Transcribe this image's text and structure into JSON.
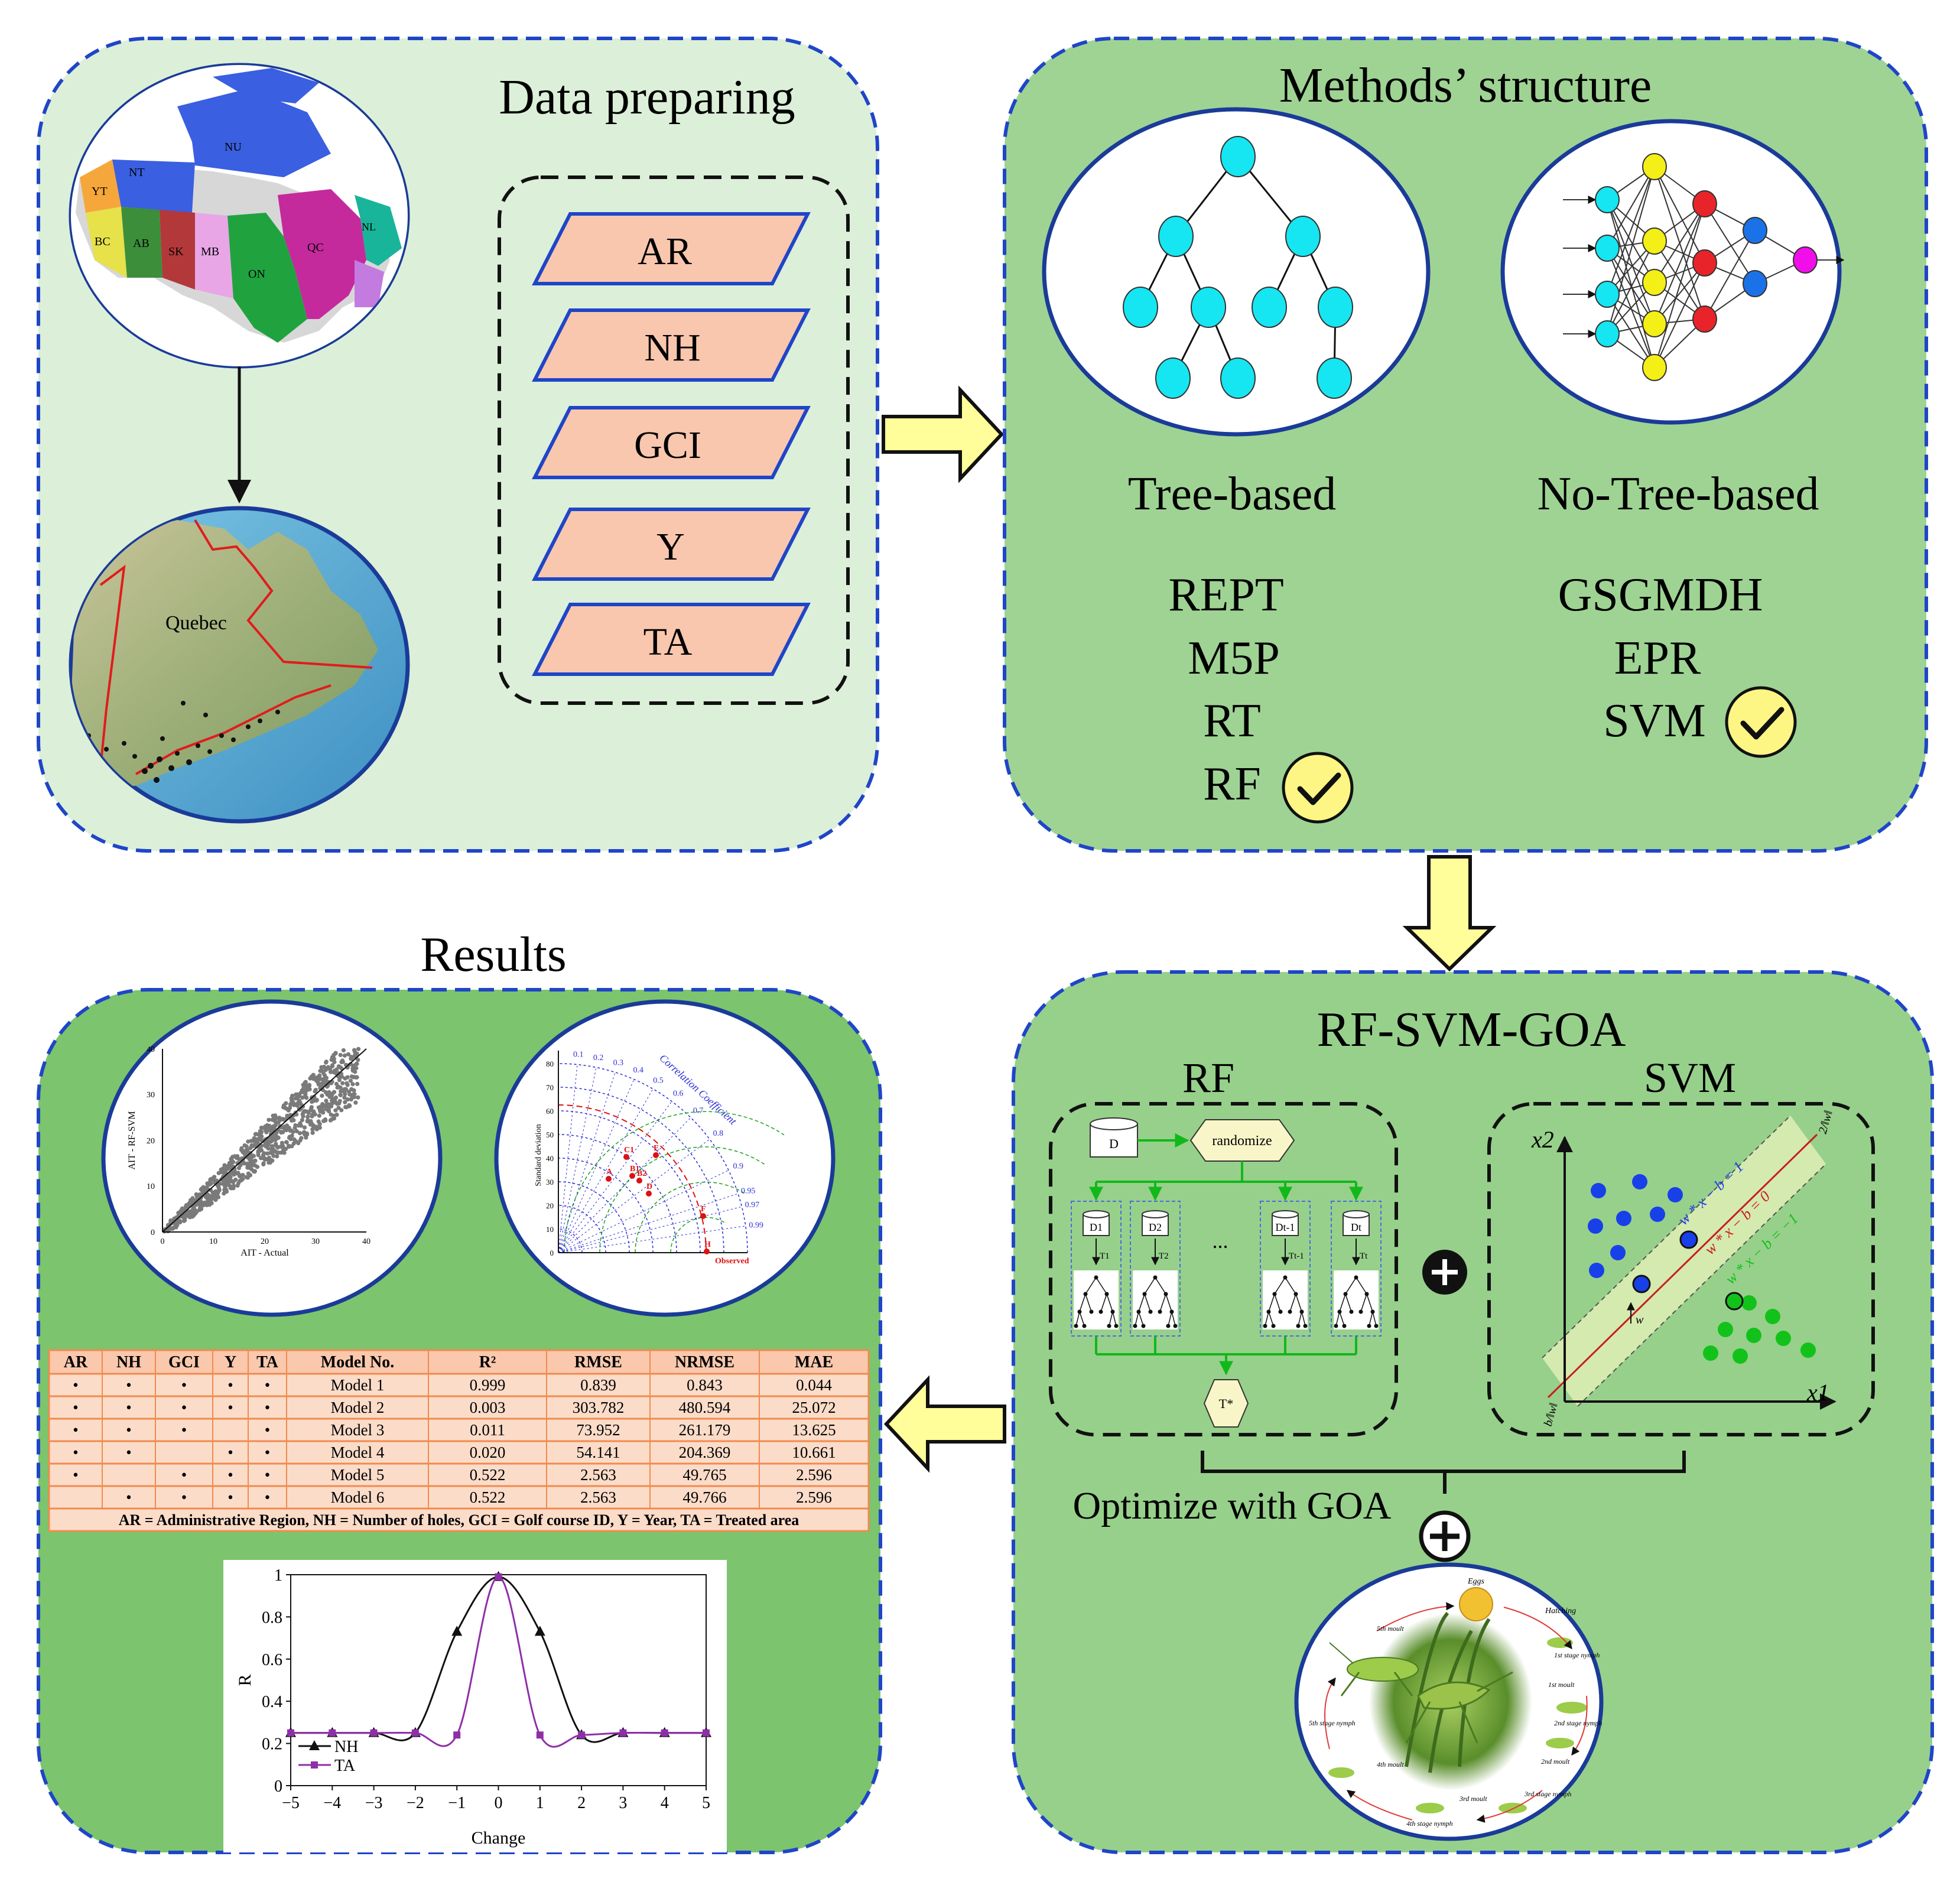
{
  "colors": {
    "panel1_fill": "#dcefd8",
    "panel2_fill": "#9fd394",
    "panel3_fill": "#97d08b",
    "panel4_fill": "#7cc46d",
    "panel_border": "#1f45c8",
    "parallelogram_fill": "#f8c7ae",
    "arrow_fill": "#fffe9a",
    "tree_node": "#16e6f2",
    "nn_yellow": "#f4ef16",
    "nn_red": "#e8242a",
    "nn_blue": "#1b72e8",
    "nn_magenta": "#f00fe8",
    "check_fill": "#fdf684",
    "table_header_fill": "#f9c8ad",
    "table_row_fill": "#fbdcc9",
    "table_border": "#f28a4e",
    "svm_blue": "#1840e8",
    "svm_green": "#12c21a",
    "na_line": "#111111",
    "ta_line": "#8e2fa8"
  },
  "data_preparing": {
    "title": "Data preparing",
    "province_labels": [
      "YT",
      "NT",
      "NU",
      "BC",
      "AB",
      "SK",
      "MB",
      "ON",
      "QC",
      "NL"
    ],
    "map_label": "Quebec",
    "variables": [
      "AR",
      "NH",
      "GCI",
      "Y",
      "TA"
    ]
  },
  "methods": {
    "title": "Methods’ structure",
    "tree_title": "Tree-based",
    "tree_methods": [
      "REPT",
      "M5P",
      "RT",
      "RF"
    ],
    "notree_title": "No-Tree-based",
    "notree_methods": [
      "GSGMDH",
      "EPR",
      "SVM"
    ]
  },
  "hybrid": {
    "title": "RF-SVM-GOA",
    "rf_label": "RF",
    "svm_label": "SVM",
    "rf_diagram": {
      "d_label": "D",
      "randomize_label": "randomize",
      "subsets": [
        "D1",
        "D2",
        "Dt-1",
        "Dt"
      ],
      "trees": [
        "T1",
        "T2",
        "Tt-1",
        "Tt"
      ],
      "ellipsis": "...",
      "output_label": "T*"
    },
    "svm_diagram": {
      "x_axis": "x1",
      "y_axis": "x2",
      "line_top": "w * x − b = 1",
      "line_mid": "w * x − b = 0",
      "line_bottom": "w * x − b = −1",
      "margin_label": "2/‖w‖",
      "offset_label": "b/‖w‖",
      "w_label": "w"
    },
    "optimize_label": "Optimize with GOA",
    "life_cycle": [
      "Eggs",
      "Hatching",
      "1st stage nymph",
      "1st moult",
      "2nd stage nymph",
      "2nd moult",
      "3rd stage nymph",
      "3rd moult",
      "4th moult",
      "4th stage nymph",
      "5th stage nymph",
      "5th moult"
    ]
  },
  "results": {
    "title": "Results",
    "scatter": {
      "xlabel": "AIT - Actual",
      "ylabel": "AIT - RF-SVM",
      "xticks": [
        "0",
        "10",
        "20",
        "30",
        "40"
      ],
      "yticks": [
        "0",
        "10",
        "20",
        "30",
        "40"
      ]
    },
    "taylor": {
      "title": "Correlation Coefficient",
      "ylabel": "Standard deviation",
      "corr_ticks": [
        "0.1",
        "0.2",
        "0.3",
        "0.4",
        "0.5",
        "0.6",
        "0.7",
        "0.8",
        "0.9",
        "0.95",
        "0.97",
        "0.99"
      ],
      "sd_ticks": [
        "0",
        "10",
        "20",
        "30",
        "40",
        "50",
        "60",
        "70",
        "80"
      ],
      "observed_label": "Observed",
      "point_labels": [
        "C1",
        "B1",
        "B2",
        "A",
        "D",
        "E",
        "F",
        "H"
      ]
    },
    "table": {
      "headers": [
        "AR",
        "NH",
        "GCI",
        "Y",
        "TA",
        "Model No.",
        "R²",
        "RMSE",
        "NRMSE",
        "MAE"
      ],
      "rows": [
        [
          "•",
          "•",
          "•",
          "•",
          "•",
          "Model 1",
          "0.999",
          "0.839",
          "0.843",
          "0.044"
        ],
        [
          "•",
          "•",
          "•",
          "•",
          "•",
          "Model 2",
          "0.003",
          "303.782",
          "480.594",
          "25.072"
        ],
        [
          "•",
          "•",
          "•",
          "",
          "•",
          "Model 3",
          "0.011",
          "73.952",
          "261.179",
          "13.625"
        ],
        [
          "•",
          "•",
          "",
          "•",
          "•",
          "Model 4",
          "0.020",
          "54.141",
          "204.369",
          "10.661"
        ],
        [
          "•",
          "",
          "•",
          "•",
          "•",
          "Model 5",
          "0.522",
          "2.563",
          "49.765",
          "2.596"
        ],
        [
          "",
          "•",
          "•",
          "•",
          "•",
          "Model 6",
          "0.522",
          "2.563",
          "49.766",
          "2.596"
        ]
      ],
      "footer": "AR = Administrative Region, NH = Number of holes, GCI = Golf course ID, Y = Year, TA = Treated area"
    }
  },
  "chart_data": {
    "type": "line",
    "title": "",
    "xlabel": "Change",
    "ylabel": "R",
    "xlim": [
      -5,
      5
    ],
    "ylim": [
      0,
      1
    ],
    "x": [
      -5,
      -4,
      -3,
      -2,
      -1,
      0,
      1,
      2,
      3,
      4,
      5
    ],
    "xticks": [
      "−5",
      "−4",
      "−3",
      "−2",
      "−1",
      "0",
      "1",
      "2",
      "3",
      "4",
      "5"
    ],
    "yticks": [
      "0",
      "0.2",
      "0.4",
      "0.6",
      "0.8",
      "1"
    ],
    "legend_position": "bottom-left",
    "grid": false,
    "series": [
      {
        "name": "NH",
        "marker": "triangle",
        "values": [
          0.25,
          0.25,
          0.25,
          0.25,
          0.73,
          0.99,
          0.73,
          0.24,
          0.25,
          0.25,
          0.25
        ]
      },
      {
        "name": "TA",
        "marker": "square",
        "values": [
          0.25,
          0.25,
          0.25,
          0.25,
          0.24,
          0.99,
          0.24,
          0.24,
          0.25,
          0.25,
          0.25
        ]
      }
    ]
  }
}
